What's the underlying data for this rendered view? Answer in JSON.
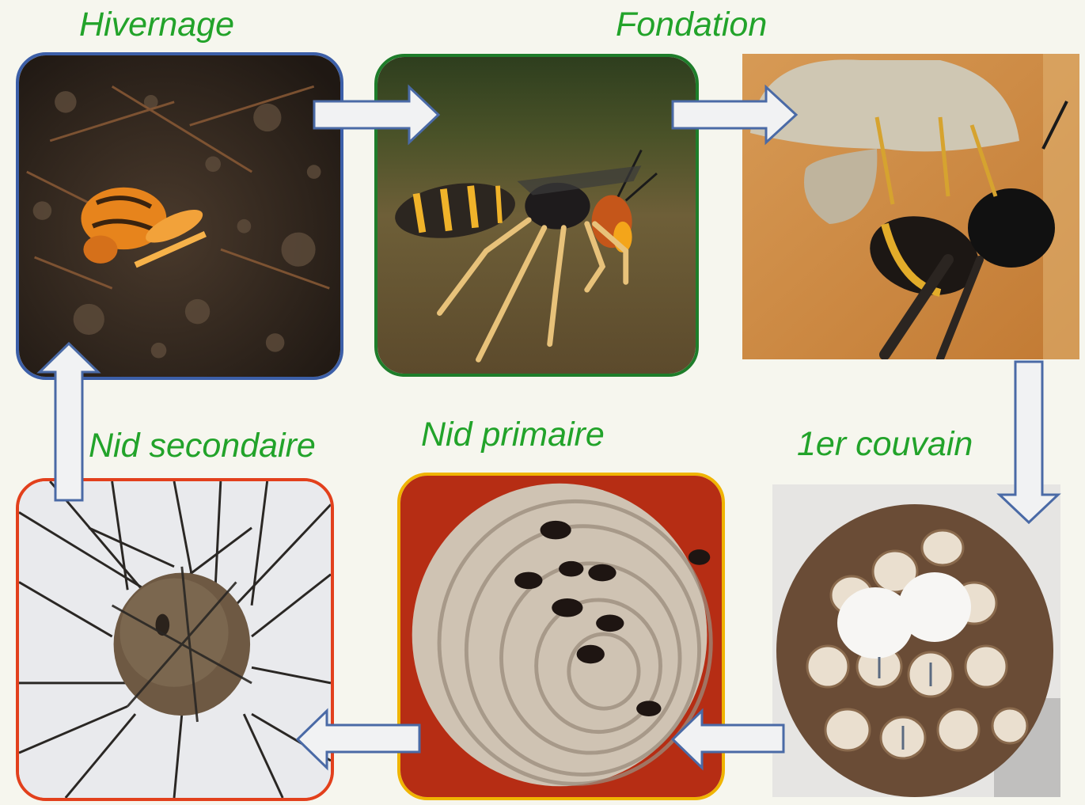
{
  "stages": {
    "hivernage": {
      "label": "Hivernage",
      "border_color": "#3c5fa8",
      "icon": "hibernating-queen-hornet-photo"
    },
    "fondation": {
      "label": "Fondation",
      "border_color": "#1e7d2a",
      "icon": "flying-queen-hornet-photo"
    },
    "premier_couvain": {
      "label": "1er couvain",
      "icon": "first-brood-comb-photo"
    },
    "nid_primaire": {
      "label": "Nid primaire",
      "border_color": "#f0b400",
      "icon": "primary-nest-photo"
    },
    "nid_secondaire": {
      "label": "Nid secondaire",
      "border_color": "#e2401c",
      "icon": "secondary-nest-in-tree-photo"
    }
  },
  "extra_photos": {
    "fondation_nest": {
      "icon": "queen-building-nest-photo"
    }
  },
  "colors": {
    "label_green": "#22a32a",
    "arrow_fill": "#f1f2f3",
    "arrow_stroke": "#4a6aa6"
  }
}
